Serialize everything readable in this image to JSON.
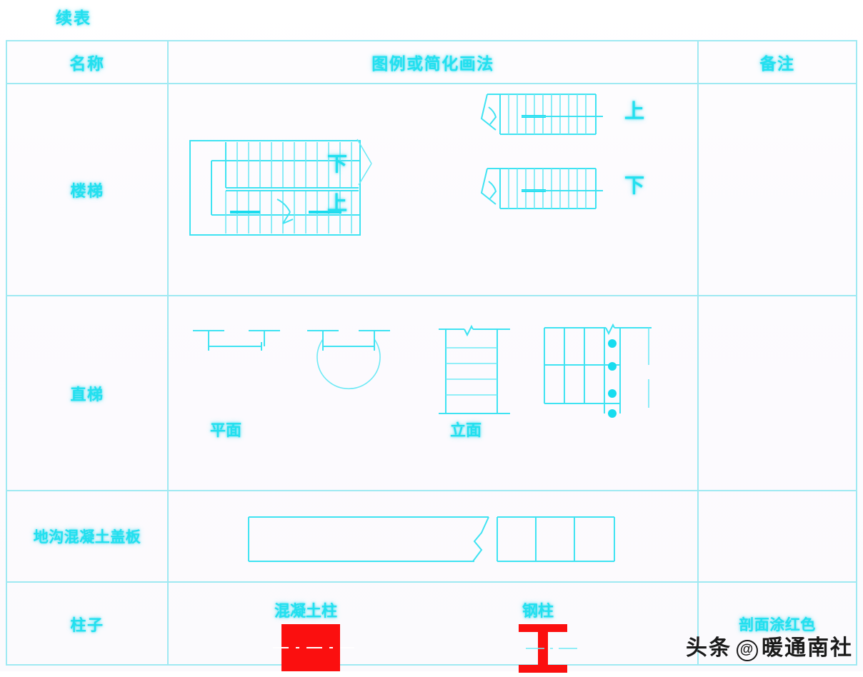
{
  "document": {
    "title": "续表",
    "accent_color": "#22e0ef",
    "border_color": "#9fe9f2",
    "red_color": "#fb0f0f"
  },
  "table": {
    "headers": {
      "name": "名称",
      "symbol": "图例或简化画法",
      "remark": "备注"
    },
    "rows": [
      {
        "name": "楼梯",
        "remark": "",
        "annotations": {
          "plan_down": "下",
          "plan_up": "上",
          "section_up": "上",
          "section_down": "下"
        }
      },
      {
        "name": "直梯",
        "remark": "",
        "annotations": {
          "plan": "平面",
          "elevation": "立面"
        }
      },
      {
        "name": "地沟混凝土盖板",
        "remark": "",
        "annotations": {}
      },
      {
        "name": "柱子",
        "remark": "剖面涂红色",
        "annotations": {
          "concrete_column": "混凝土柱",
          "steel_column": "钢柱"
        }
      }
    ]
  },
  "watermark": {
    "prefix": "头条",
    "at": "@",
    "account": "暖通南社"
  }
}
